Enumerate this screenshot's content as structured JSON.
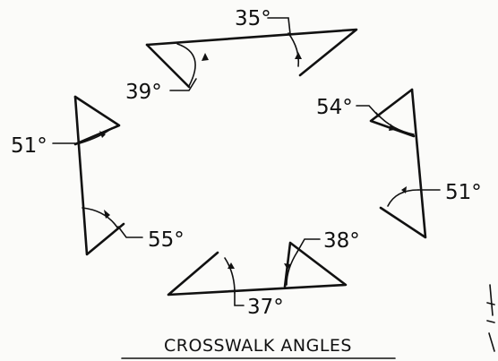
{
  "caption": "CROSSWALK ANGLES",
  "angles": [
    {
      "id": "top-right",
      "label": "35°"
    },
    {
      "id": "top-left",
      "label": "39°"
    },
    {
      "id": "right-upper",
      "label": "54°"
    },
    {
      "id": "left",
      "label": "51°"
    },
    {
      "id": "right-lower",
      "label": "51°"
    },
    {
      "id": "left-lower",
      "label": "55°"
    },
    {
      "id": "bottom-right",
      "label": "38°"
    },
    {
      "id": "bottom-left",
      "label": "37°"
    }
  ],
  "colors": {
    "ink": "#111111",
    "paper": "#fbfbf9"
  }
}
